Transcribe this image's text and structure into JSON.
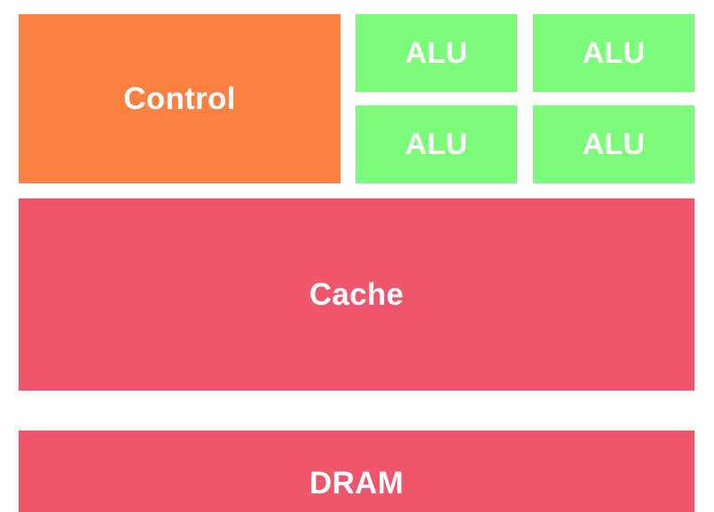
{
  "colors": {
    "control": "#fb8142",
    "alu": "#7dfb7b",
    "cache": "#ef566b",
    "dram": "#ef566b",
    "label": "#ffffff",
    "background": "#fdfdfd"
  },
  "control": {
    "label": "Control"
  },
  "alus": [
    {
      "label": "ALU"
    },
    {
      "label": "ALU"
    },
    {
      "label": "ALU"
    },
    {
      "label": "ALU"
    }
  ],
  "cache": {
    "label": "Cache"
  },
  "dram": {
    "label": "DRAM"
  }
}
